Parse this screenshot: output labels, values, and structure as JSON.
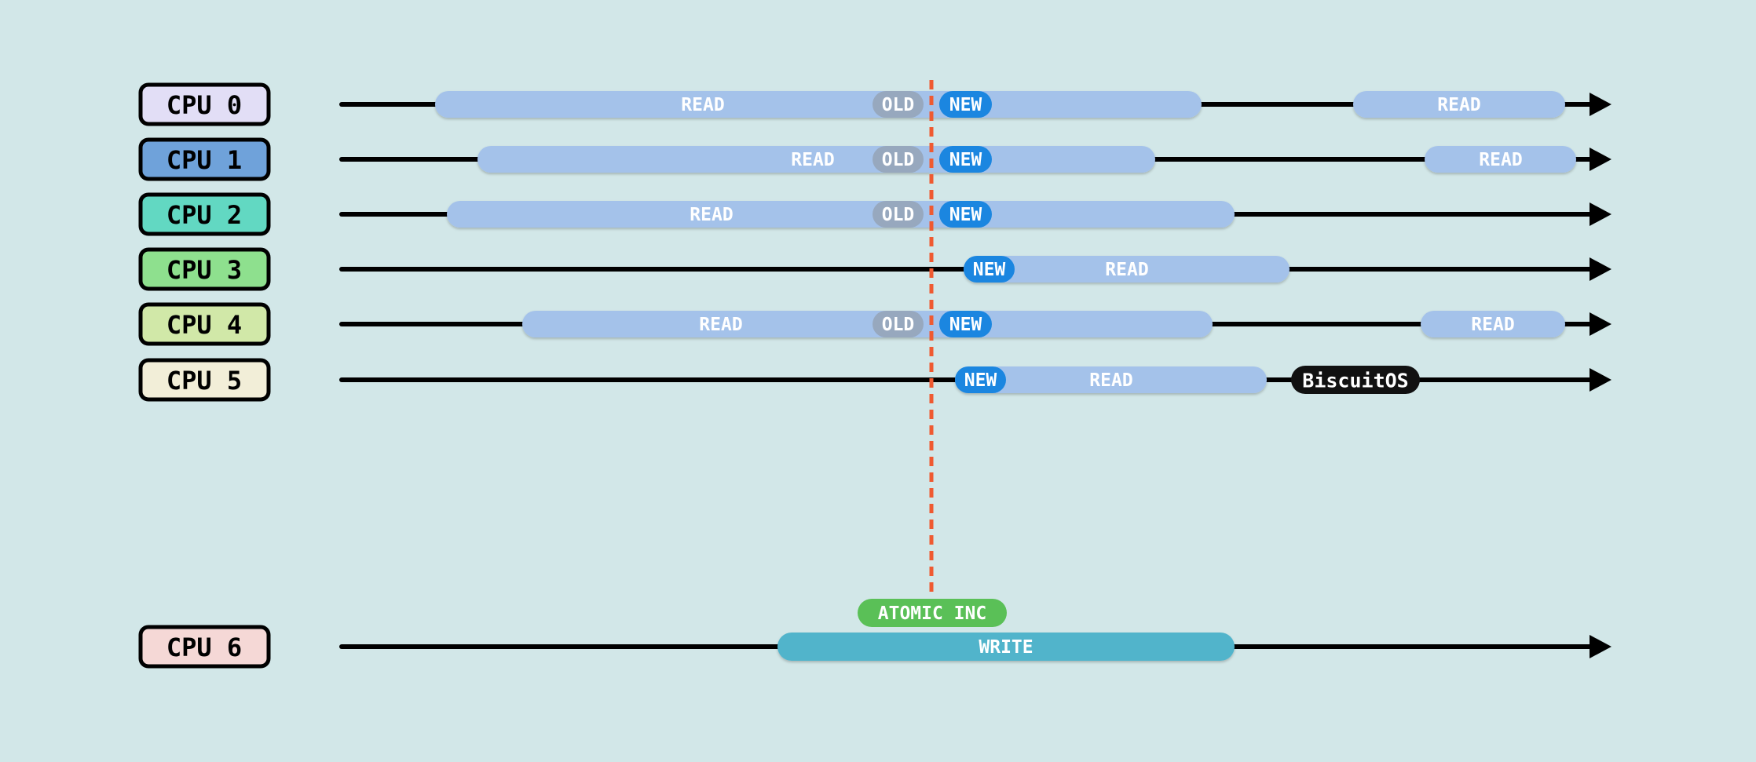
{
  "colors": {
    "background": "#d2e7e8",
    "read_bar": "#a4c2ea",
    "old_badge": "#97a8be",
    "new_badge": "#1b86e0",
    "write_bar": "#51b4cb",
    "atomic_badge": "#5ac057",
    "barrier_line": "#ef5a31",
    "brand_badge": "#111111",
    "timeline": "#000000"
  },
  "cpus": [
    {
      "label": "CPU 0",
      "fill": "#e2def6"
    },
    {
      "label": "CPU 1",
      "fill": "#6fa2da"
    },
    {
      "label": "CPU 2",
      "fill": "#62d8c2"
    },
    {
      "label": "CPU 3",
      "fill": "#8ee08e"
    },
    {
      "label": "CPU 4",
      "fill": "#d1e8a8"
    },
    {
      "label": "CPU 5",
      "fill": "#f2eed8"
    },
    {
      "label": "CPU 6",
      "fill": "#f5d8d6"
    }
  ],
  "labels": {
    "read": "READ",
    "write": "WRITE",
    "old": "OLD",
    "new": "NEW",
    "atomic": "ATOMIC INC",
    "brand": "BiscuitOS"
  }
}
